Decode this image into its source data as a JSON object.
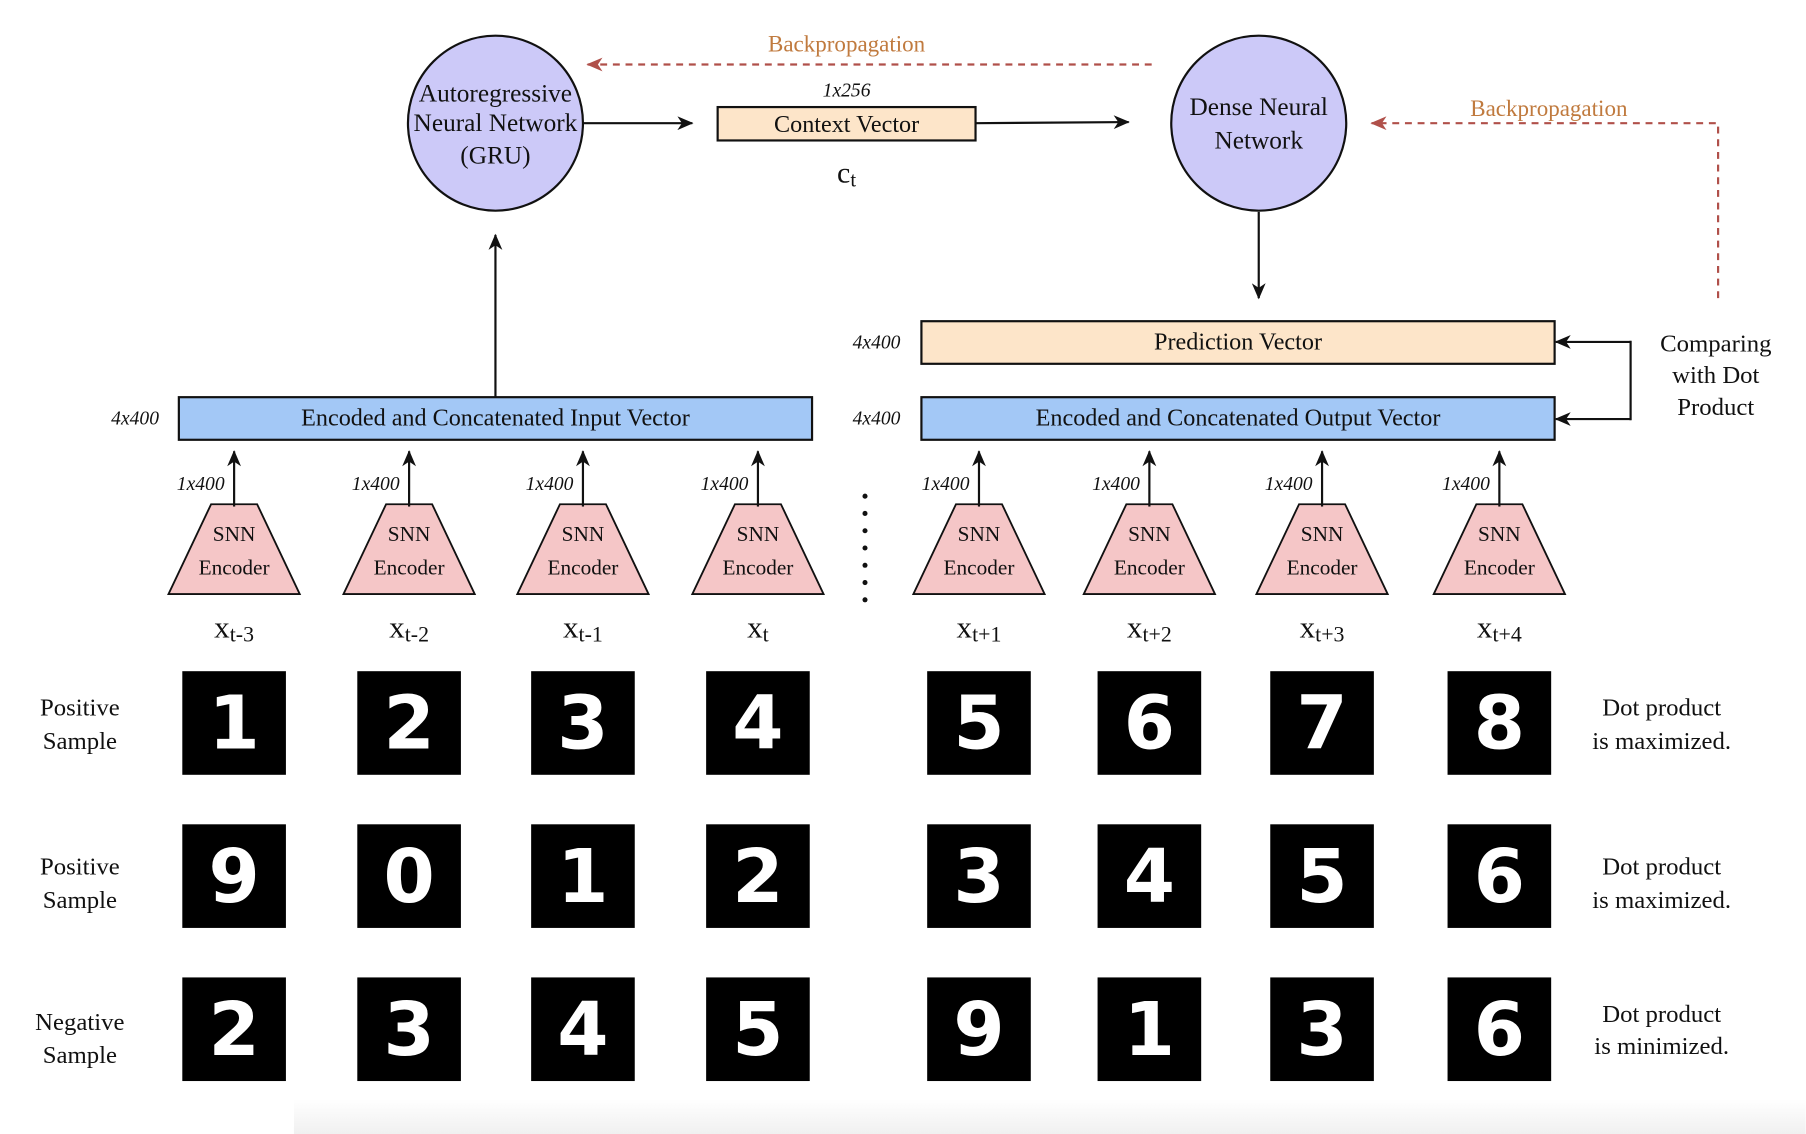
{
  "diagram": {
    "gru_node": {
      "lines": [
        "Autoregressive",
        "Neural Network",
        "(GRU)"
      ]
    },
    "dense_node": {
      "lines": [
        "Dense Neural",
        "Network"
      ]
    },
    "context_vector": {
      "label": "Context Vector",
      "dim": "1x256",
      "symbol": "c",
      "symbol_sub": "t"
    },
    "backprop_top": "Backpropagation",
    "backprop_right": "Backpropagation",
    "prediction_vector": {
      "label": "Prediction Vector",
      "dim": "4x400"
    },
    "output_vector": {
      "label": "Encoded and Concatenated Output Vector",
      "dim": "4x400"
    },
    "input_vector": {
      "label": "Encoded and Concatenated Input Vector",
      "dim": "4x400"
    },
    "comparing_note": [
      "Comparing",
      "with Dot",
      "Product"
    ],
    "encoders": [
      {
        "line1": "SNN",
        "line2": "Encoder",
        "dim": "1x400",
        "symbol": "x",
        "sub": "t-3"
      },
      {
        "line1": "SNN",
        "line2": "Encoder",
        "dim": "1x400",
        "symbol": "x",
        "sub": "t-2"
      },
      {
        "line1": "SNN",
        "line2": "Encoder",
        "dim": "1x400",
        "symbol": "x",
        "sub": "t-1"
      },
      {
        "line1": "SNN",
        "line2": "Encoder",
        "dim": "1x400",
        "symbol": "x",
        "sub": "t"
      },
      {
        "line1": "SNN",
        "line2": "Encoder",
        "dim": "1x400",
        "symbol": "x",
        "sub": "t+1"
      },
      {
        "line1": "SNN",
        "line2": "Encoder",
        "dim": "1x400",
        "symbol": "x",
        "sub": "t+2"
      },
      {
        "line1": "SNN",
        "line2": "Encoder",
        "dim": "1x400",
        "symbol": "x",
        "sub": "t+3"
      },
      {
        "line1": "SNN",
        "line2": "Encoder",
        "dim": "1x400",
        "symbol": "x",
        "sub": "t+4"
      }
    ],
    "rows": [
      {
        "label": [
          "Positive",
          "Sample"
        ],
        "digits": [
          "1",
          "2",
          "3",
          "4",
          "5",
          "6",
          "7",
          "8"
        ],
        "result": [
          "Dot product",
          "is maximized."
        ]
      },
      {
        "label": [
          "Positive",
          "Sample"
        ],
        "digits": [
          "9",
          "0",
          "1",
          "2",
          "3",
          "4",
          "5",
          "6"
        ],
        "result": [
          "Dot product",
          "is maximized."
        ]
      },
      {
        "label": [
          "Negative",
          "Sample"
        ],
        "digits": [
          "2",
          "3",
          "4",
          "5",
          "9",
          "1",
          "3",
          "6"
        ],
        "result": [
          "Dot product",
          "is minimized."
        ]
      }
    ],
    "colors": {
      "network_node": "#ccc9f8",
      "vector_peach": "#fde5c9",
      "vector_blue": "#a3c8f6",
      "encoder": "#f5c6c7",
      "backprop_line": "#b0504a",
      "backprop_text": "#c07a3e"
    }
  }
}
